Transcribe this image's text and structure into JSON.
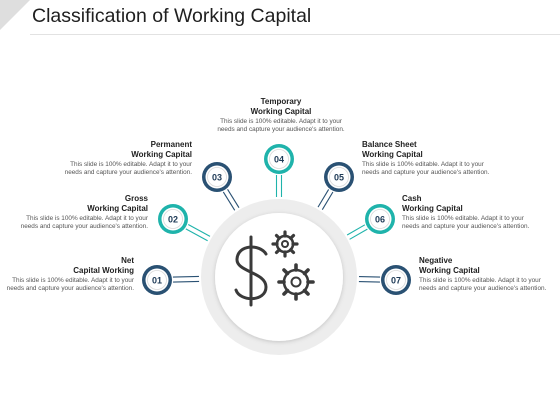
{
  "title": "Classification of Working Capital",
  "center_icon": "dollar-gears-icon",
  "colors": {
    "navy": "#2a5173",
    "teal": "#1fb3ab",
    "connector": "#c7c7c7"
  },
  "items": [
    {
      "number": "01",
      "heading": "Net\nCapital Working",
      "text": "This slide is 100% editable. Adapt it to your needs and capture your audience's attention.",
      "color": "navy"
    },
    {
      "number": "02",
      "heading": "Gross\nWorking Capital",
      "text": "This slide is 100% editable. Adapt it to your needs and capture your audience's attention.",
      "color": "teal"
    },
    {
      "number": "03",
      "heading": "Permanent\nWorking Capital",
      "text": "This slide is 100% editable. Adapt it to your needs and capture your audience's attention.",
      "color": "navy"
    },
    {
      "number": "04",
      "heading": "Temporary\nWorking Capital",
      "text": "This slide is 100% editable. Adapt it to your needs and capture your audience's attention.",
      "color": "teal"
    },
    {
      "number": "05",
      "heading": "Balance Sheet\nWorking Capital",
      "text": "This slide is 100% editable. Adapt it to your needs and capture your audience's attention.",
      "color": "navy"
    },
    {
      "number": "06",
      "heading": "Cash\nWorking Capital",
      "text": "This slide is 100% editable. Adapt it to your needs and capture your audience's attention.",
      "color": "teal"
    },
    {
      "number": "07",
      "heading": "Negative\nWorking Capital",
      "text": "This slide is 100% editable. Adapt it to your needs and capture your audience's attention.",
      "color": "navy"
    }
  ]
}
